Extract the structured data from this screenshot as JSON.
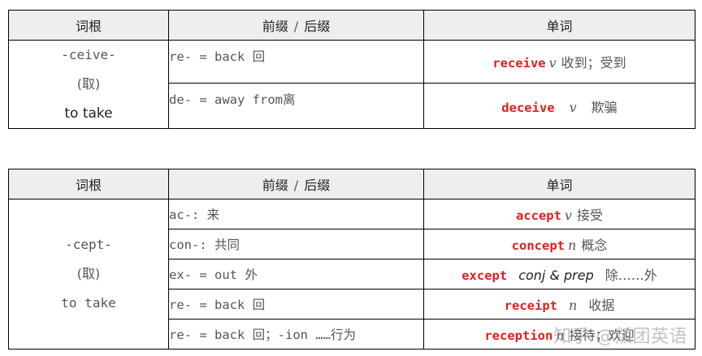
{
  "headers": {
    "root": "词根",
    "prefix": "前缀",
    "separator": "/",
    "suffix": "后缀",
    "word": "单词"
  },
  "table1": {
    "root": {
      "form": "-ceive-",
      "meaning": "(取)",
      "english": "to take"
    },
    "rows": [
      {
        "prefix": "re- = back  回",
        "word": "receive",
        "pos": "v",
        "cn": "收到；受到"
      },
      {
        "prefix": "de- = away from离",
        "word": "deceive",
        "pos": "v",
        "cn": "欺骗"
      }
    ]
  },
  "table2": {
    "root": {
      "form": "-cept-",
      "meaning": "(取)",
      "english": "to take"
    },
    "rows": [
      {
        "prefix": "ac-:  来",
        "word": "accept",
        "pos": "v",
        "cn": "接受"
      },
      {
        "prefix": "con-:  共同",
        "word": "concept",
        "pos": "n",
        "cn": "概念"
      },
      {
        "prefix": "ex- = out  外",
        "word": "except",
        "pos": "conj & prep",
        "cn": "除……外"
      },
      {
        "prefix": "re- = back  回",
        "word": "receipt",
        "pos": "n",
        "cn": "收据"
      },
      {
        "prefix": "re- = back 回；-ion ……行为",
        "word": "reception",
        "pos": "n",
        "cn": "接待；欢迎"
      }
    ]
  },
  "watermark": "知乎 @叛团英语"
}
